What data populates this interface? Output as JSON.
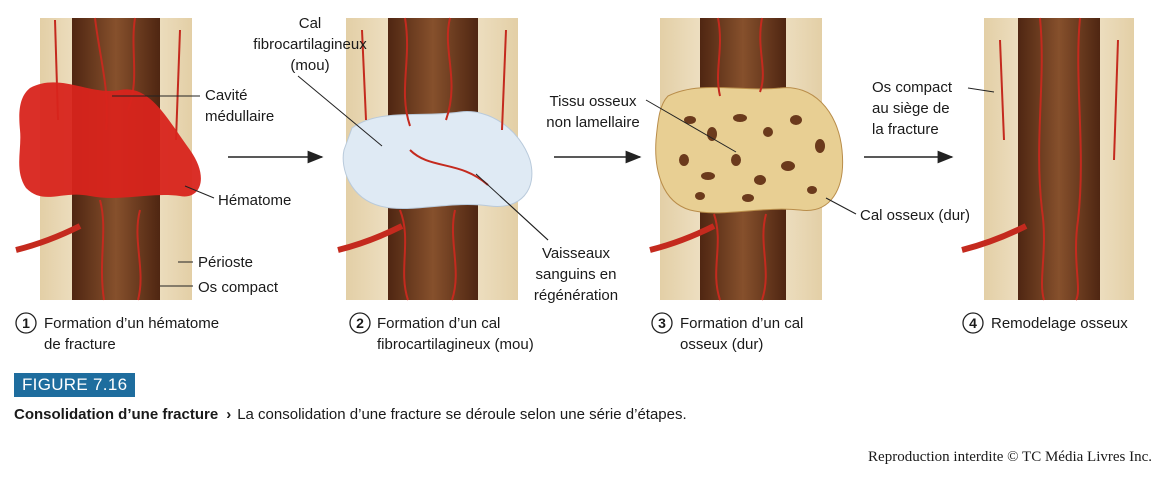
{
  "labels": {
    "cavite": [
      "Cavité",
      "médullaire"
    ],
    "hematome": "Hématome",
    "perioste": "Périoste",
    "os_compact": "Os compact",
    "cal_fibro": [
      "Cal",
      "fibrocartilagineux",
      "(mou)"
    ],
    "vaisseaux": [
      "Vaisseaux",
      "sanguins en",
      "régénération"
    ],
    "tissu": [
      "Tissu osseux",
      "non lamellaire"
    ],
    "cal_osseux": "Cal osseux (dur)",
    "os_compact_siege": [
      "Os compact",
      "au siège de",
      "la fracture"
    ]
  },
  "steps": [
    {
      "num": "1",
      "lines": [
        "Formation d’un hématome",
        "de fracture"
      ]
    },
    {
      "num": "2",
      "lines": [
        "Formation d’un cal",
        "fibrocartilagineux (mou)"
      ]
    },
    {
      "num": "3",
      "lines": [
        "Formation d’un cal",
        "osseux (dur)"
      ]
    },
    {
      "num": "4",
      "lines": [
        "Remodelage osseux"
      ]
    }
  ],
  "figure_label": "FIGURE 7.16",
  "caption": {
    "title": "Consolidation d’une fracture",
    "separator": "›",
    "text": "La consolidation d’une fracture se déroule selon une série d’étapes."
  },
  "copyright": "Reproduction interdite © TC Média Livres Inc.",
  "colors": {
    "bone_cortex": "#f2e6cc",
    "marrow": "#6e3a1e",
    "blood": "#d8241c",
    "cartilage": "#dfeaf4",
    "spongy": "#e8cf93",
    "badge": "#1e6d9e"
  }
}
